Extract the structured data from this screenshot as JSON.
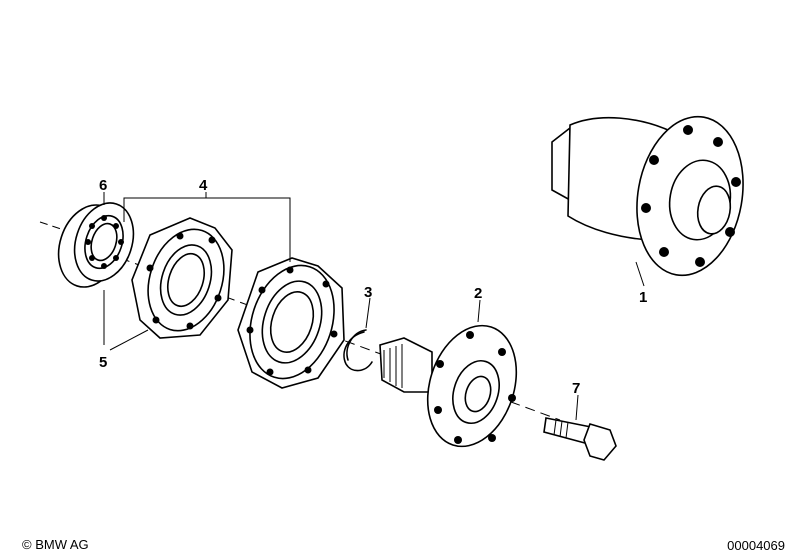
{
  "callouts": [
    {
      "id": "1",
      "text": "1"
    },
    {
      "id": "2",
      "text": "2"
    },
    {
      "id": "3",
      "text": "3"
    },
    {
      "id": "4",
      "text": "4"
    },
    {
      "id": "5",
      "text": "5"
    },
    {
      "id": "6",
      "text": "6"
    },
    {
      "id": "7",
      "text": "7"
    }
  ],
  "footer": {
    "copyright": "© BMW AG",
    "doc_number": "00004069"
  }
}
